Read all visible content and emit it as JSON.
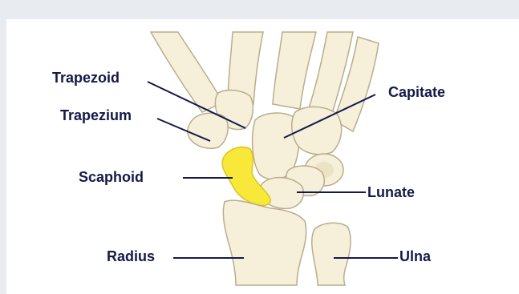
{
  "diagram": {
    "labels": {
      "trapezoid": "Trapezoid",
      "trapezium": "Trapezium",
      "scaphoid": "Scaphoid",
      "radius": "Radius",
      "capitate": "Capitate",
      "lunate": "Lunate",
      "ulna": "Ulna"
    },
    "colors": {
      "highlight": "#f8e83a",
      "bone_fill": "#f6efd9",
      "bone_outline": "#b9ad8c",
      "label_text": "#14194a",
      "leader_line": "#14194a",
      "background": "#e8ecf0",
      "panel": "#ffffff"
    }
  }
}
